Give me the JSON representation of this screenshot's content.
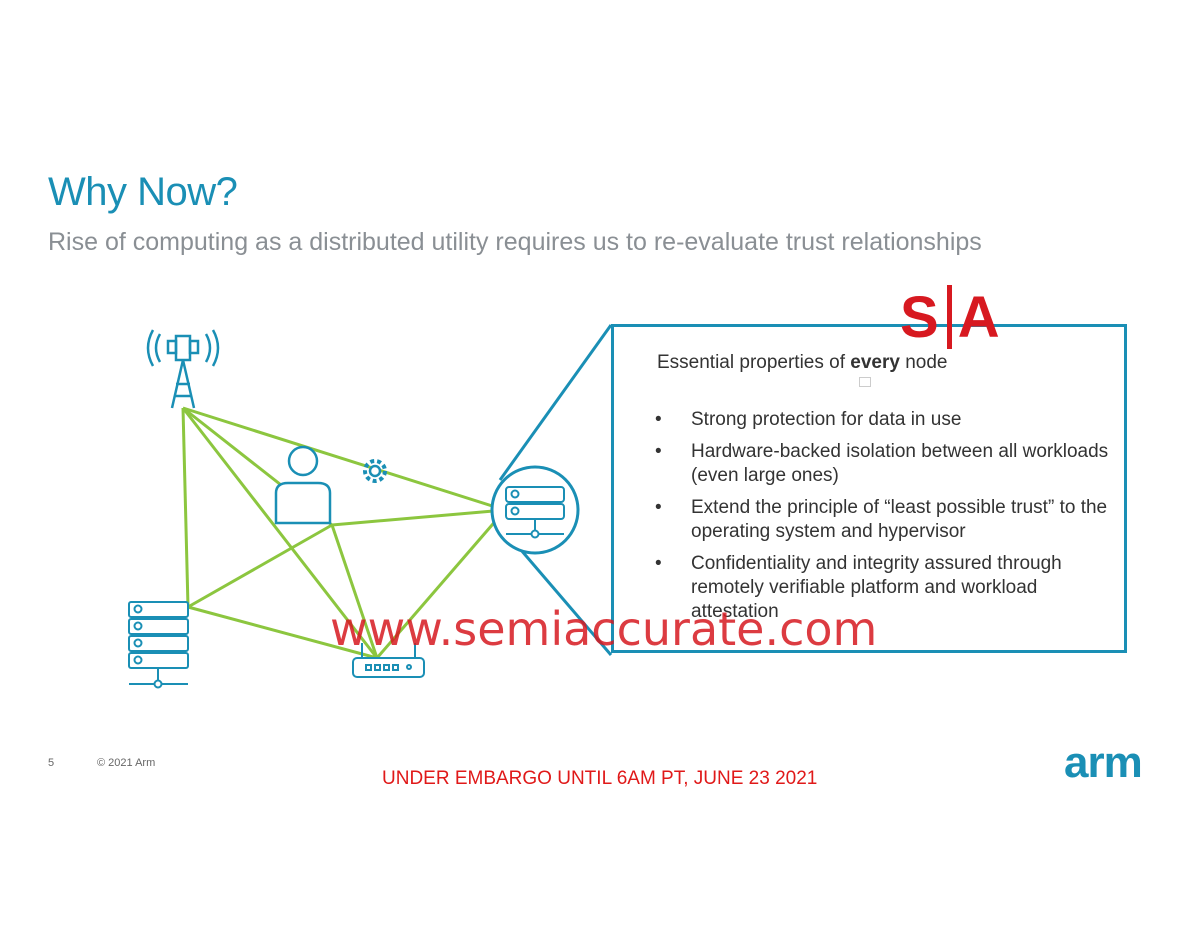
{
  "slide": {
    "title": "Why Now?",
    "subtitle": "Rise of computing as a distributed utility requires us to re-evaluate trust relationships",
    "page_number": "5",
    "copyright": "© 2021 Arm",
    "embargo": "UNDER EMBARGO UNTIL 6AM PT, JUNE 23 2021",
    "brand": "arm"
  },
  "panel": {
    "heading_pre": "Essential properties of ",
    "heading_bold": "every",
    "heading_post": " node",
    "bullet_char": "•",
    "bullets": [
      "Strong protection for data in use",
      "Hardware-backed isolation between all workloads (even large ones)",
      "Extend the principle of “least possible trust” to the operating system and hypervisor",
      "Confidentiality and integrity assured through remotely verifiable platform and workload attestation"
    ]
  },
  "overlay": {
    "sa_left": "S",
    "sa_right": "A",
    "watermark": "www.semiaccurate.com"
  },
  "colors": {
    "accent": "#1a8fb5",
    "line": "#8cc63f",
    "embargo": "#e01919",
    "watermark": "#d71920"
  },
  "icons": [
    "cell-tower-icon",
    "user-icon",
    "gear-icon",
    "server-stack-icon",
    "server-icon",
    "router-icon"
  ]
}
